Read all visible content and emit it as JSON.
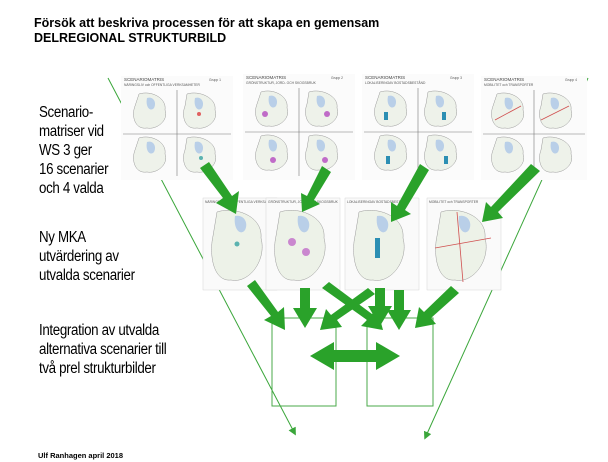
{
  "title": {
    "line1": "Försök att beskriva processen för att skapa en gemensam",
    "line2": "DELREGIONAL STRUKTURBILD"
  },
  "sidebar": {
    "block1": [
      "Scenario-",
      "matriser  vid",
      "WS 3 ger",
      "16 scenarier",
      "och 4 valda"
    ],
    "block2": [
      "Ny MKA",
      "utvärdering av",
      "utvalda scenarier"
    ],
    "block3": [
      "Integration av utvalda",
      "alternativa scenarier till",
      "två prel strukturbilder"
    ]
  },
  "footer": "Ulf Ranhagen   april 2018",
  "matrices": [
    {
      "title": "SCENARIOMATRIS",
      "subtitle": "NÄRINGSLIV och OFFENTLIGA VERKSAMHETER",
      "group": "Grupp 1"
    },
    {
      "title": "SCENARIOMATRIS",
      "subtitle": "GRÖNSTRUKTUR, JORD- OCH SKOGSBRUK",
      "group": "Grupp 2"
    },
    {
      "title": "SCENARIOMATRIS",
      "subtitle": "LOKALISERINGAV BOSTADSBESTÅND",
      "group": "Grupp 3"
    },
    {
      "title": "SCENARIOMATRIS",
      "subtitle": "MOBILITET och TRANSPORTER",
      "group": "Grupp 4"
    }
  ],
  "scenarios": [
    {
      "title": "NÄRINGSLIV och OFFENTLIGA VERKSAMHETER"
    },
    {
      "title": "GRÖNSTRUKTUR, JORD- OCH SKOGSBRUK"
    },
    {
      "title": "LOKALISERINGAV BOSTADSBESTÅND"
    },
    {
      "title": "MOBILITET och TRANSPORTER"
    }
  ],
  "colors": {
    "arrow": "#2aa22a",
    "funnel": "#3aa63a",
    "lake": "#b9cfe8",
    "box": "#4aa84a"
  }
}
